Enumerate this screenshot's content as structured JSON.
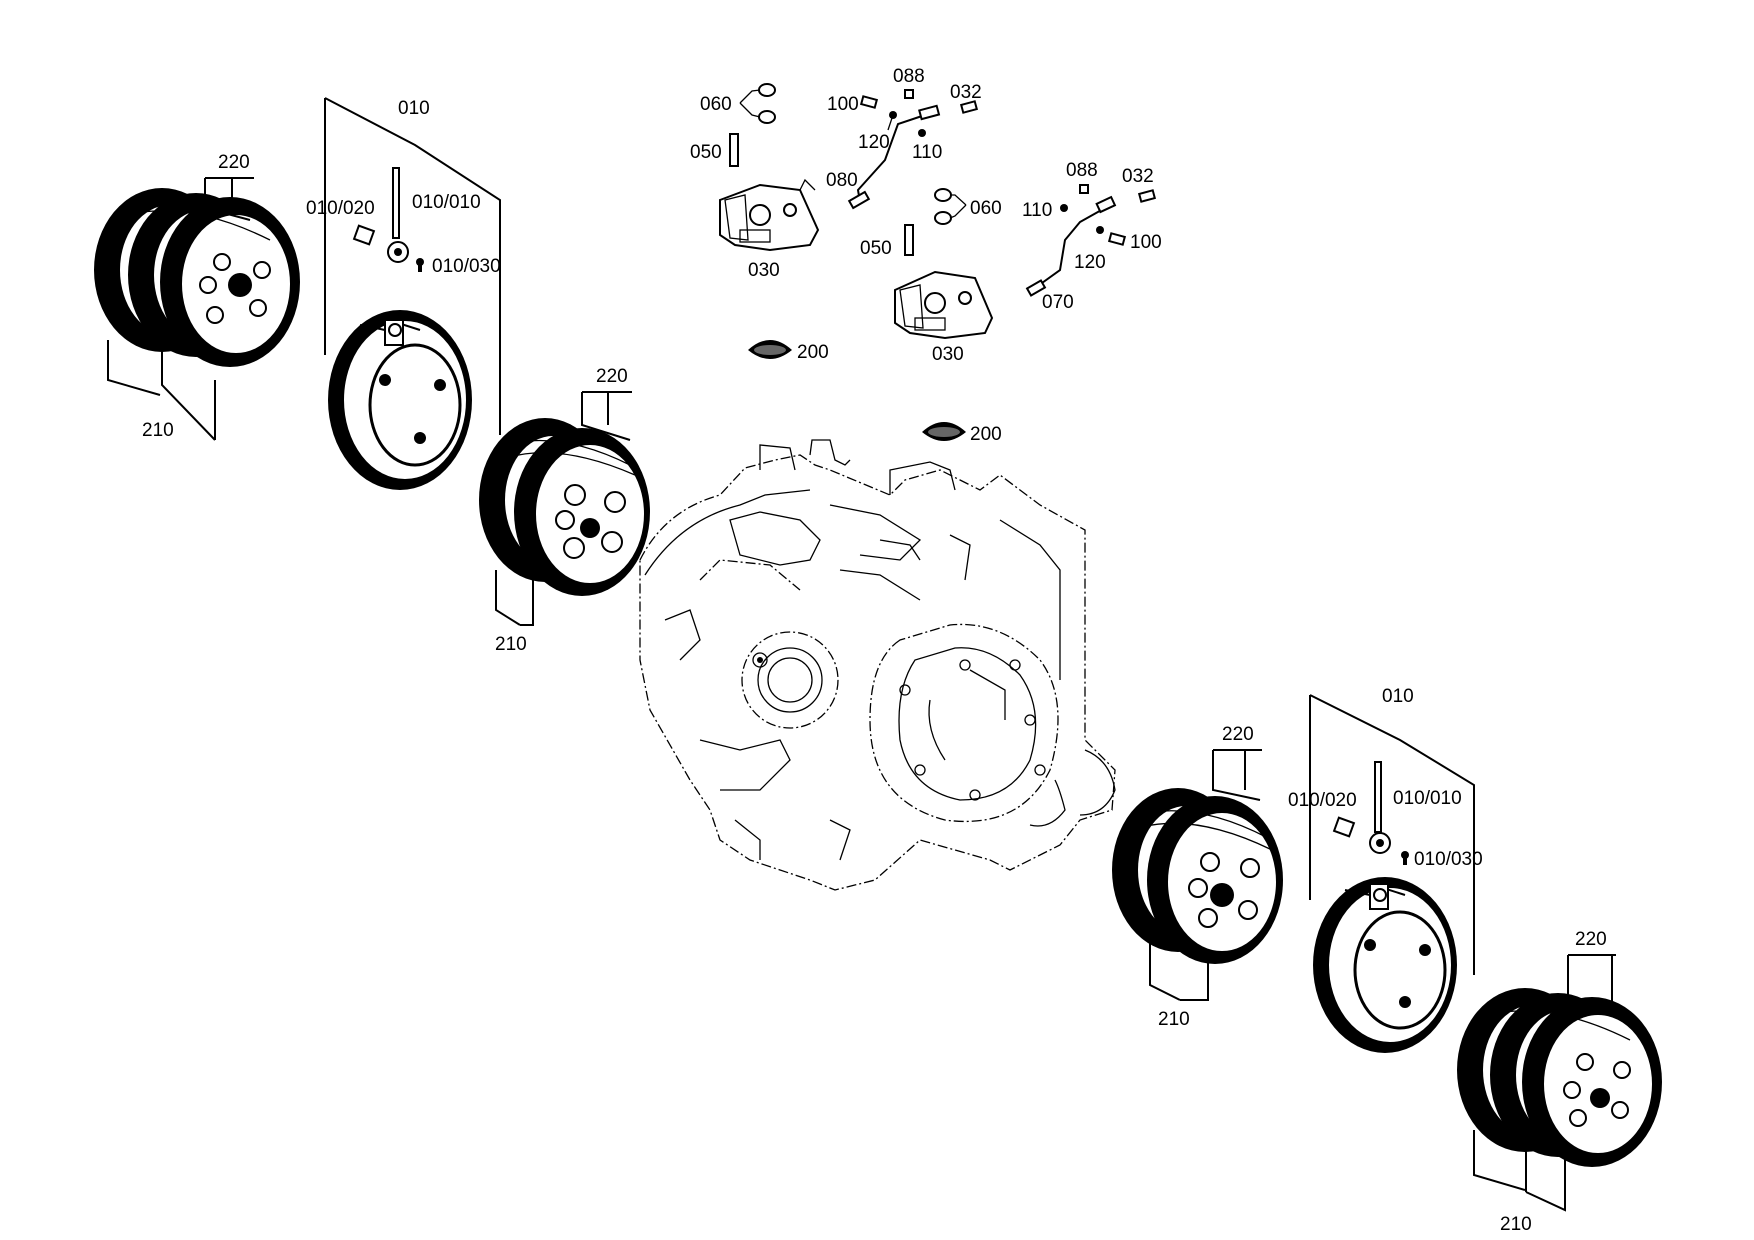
{
  "callouts": {
    "top_left_010": "010",
    "top_left_010_020": "010/020",
    "top_left_010_010": "010/010",
    "top_left_010_030": "010/030",
    "top_left_220": "220",
    "top_left_210": "210",
    "mid_left_220": "220",
    "mid_left_210": "210",
    "valve_060_a": "060",
    "valve_050_a": "050",
    "valve_030_a": "030",
    "valve_100_a": "100",
    "valve_088_a": "088",
    "valve_032_a": "032",
    "valve_120_a": "120",
    "valve_110_a": "110",
    "valve_080": "080",
    "valve_060_b": "060",
    "valve_050_b": "050",
    "valve_030_b": "030",
    "valve_088_b": "088",
    "valve_032_b": "032",
    "valve_110_b": "110",
    "valve_120_b": "120",
    "valve_100_b": "100",
    "valve_070": "070",
    "plug_200_a": "200",
    "plug_200_b": "200",
    "mid_right_220": "220",
    "mid_right_210": "210",
    "bottom_right_010": "010",
    "bottom_right_010_020": "010/020",
    "bottom_right_010_010": "010/010",
    "bottom_right_010_030": "010/030",
    "bottom_right_220": "220",
    "bottom_right_210": "210"
  }
}
